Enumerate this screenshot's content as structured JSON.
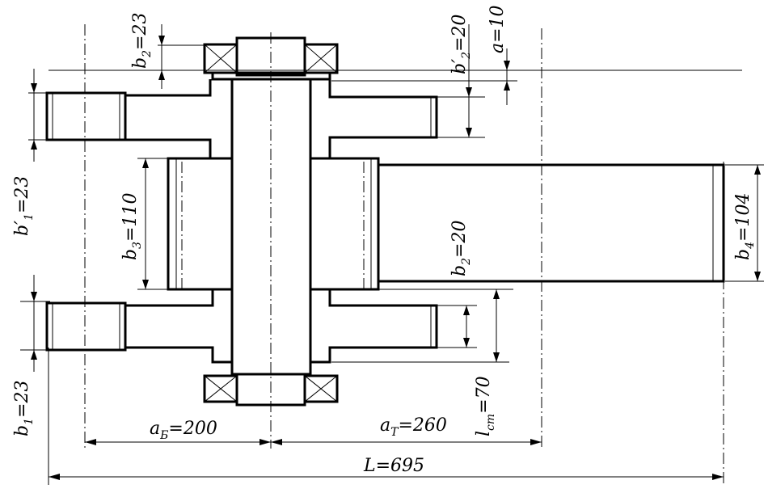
{
  "dimensions": {
    "b2_top": {
      "base": "b",
      "sub": "2",
      "value": "=23"
    },
    "b2_prime": {
      "base": "b′",
      "sub": "2",
      "value": "=20"
    },
    "a_top": {
      "base": "a",
      "sub": "",
      "value": "=10"
    },
    "b1_prime": {
      "base": "b′",
      "sub": "1",
      "value": "=23"
    },
    "b3": {
      "base": "b",
      "sub": "3",
      "value": "=110"
    },
    "b2_mid": {
      "base": "b",
      "sub": "2",
      "value": "=20"
    },
    "b4": {
      "base": "b",
      "sub": "4",
      "value": "=104"
    },
    "lst": {
      "base": "l",
      "sub": "ст",
      "value": "=70"
    },
    "b1_bottom": {
      "base": "b",
      "sub": "1",
      "value": "=23"
    },
    "aB": {
      "base": "a",
      "sub": "Б",
      "value": "=200"
    },
    "aT": {
      "base": "a",
      "sub": "T",
      "value": "=260"
    },
    "L": {
      "base": "L",
      "sub": "",
      "value": "=695"
    }
  }
}
